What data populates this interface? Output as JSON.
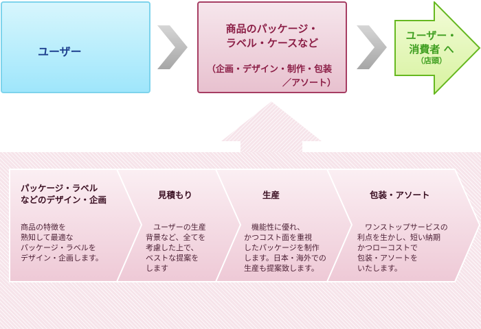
{
  "top_flow": {
    "user_box": {
      "label": "ユーザー"
    },
    "product_box": {
      "title_lines": [
        "商品のパッケージ・",
        "ラベル・ケースなど"
      ],
      "sub_lines": [
        "（企画・デザイン・制作・包装",
        "／アソート）"
      ]
    },
    "final_arrow": {
      "line1": "ユーザー・",
      "line2": "消費者 へ",
      "line3": "（店頭）"
    }
  },
  "steps": [
    {
      "title_lines": [
        "パッケージ・ラベル",
        "などのデザイン・企画"
      ],
      "body_lines": [
        "商品の特徴を",
        "熟知して最適な",
        "パッケージ・ラベルを",
        "デザイン・企画します。"
      ]
    },
    {
      "title_lines": [
        "見積もり"
      ],
      "body_lines": [
        "　ユーザーの生産",
        "背景など、全てを",
        "考慮した上で、",
        "ベストな提案を",
        "します"
      ]
    },
    {
      "title_lines": [
        "生産"
      ],
      "body_lines": [
        "　機能性に優れ、",
        "かつコスト面を重視",
        "したパッケージを制作",
        "します。日本・海外での",
        "生産も提案致します。"
      ]
    },
    {
      "title_lines": [
        "包装・アソート"
      ],
      "body_lines": [
        "　ワンストップサービスの",
        "利点を生かし、短い納期",
        "かつローコストで",
        "包装・アソートを",
        "いたします。"
      ]
    }
  ],
  "colors": {
    "user_blue": "#9fe6fb",
    "product_pink": "#e8c1cf",
    "final_green": "#e6f8bd",
    "chevron_gray": "#b8b8b8",
    "step_pink": "#f3d6e0"
  }
}
